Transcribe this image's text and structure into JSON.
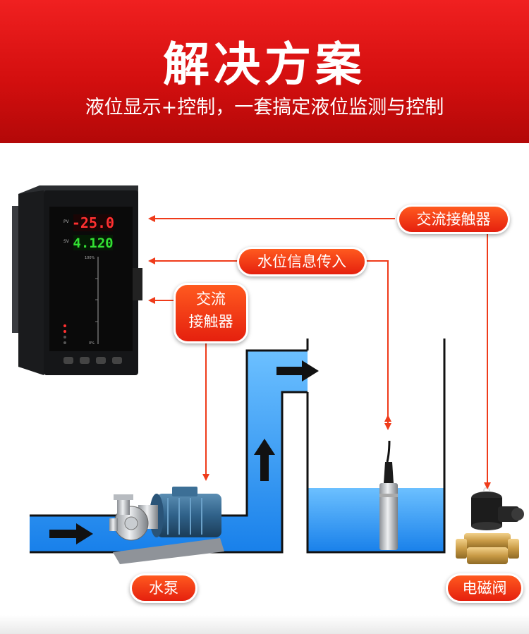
{
  "header": {
    "title": "解决方案",
    "subtitle": "液位显示+控制，一套搞定液位监测与控制"
  },
  "controller": {
    "pv_display": "-25.0",
    "sv_display": "4.120",
    "pv_label": "PV",
    "sv_label": "SV",
    "bar_top_label": "100%",
    "bar_bottom_label": "0%"
  },
  "labels": {
    "contactor_right": "交流接触器",
    "level_signal": "水位信息传入",
    "contactor_left_line1": "交流",
    "contactor_left_line2": "接触器",
    "pump": "水泵",
    "valve": "电磁阀"
  },
  "colors": {
    "header_red": "#d40f0f",
    "accent_orange": "#ff5a1f",
    "water_blue": "#1e90ff"
  }
}
